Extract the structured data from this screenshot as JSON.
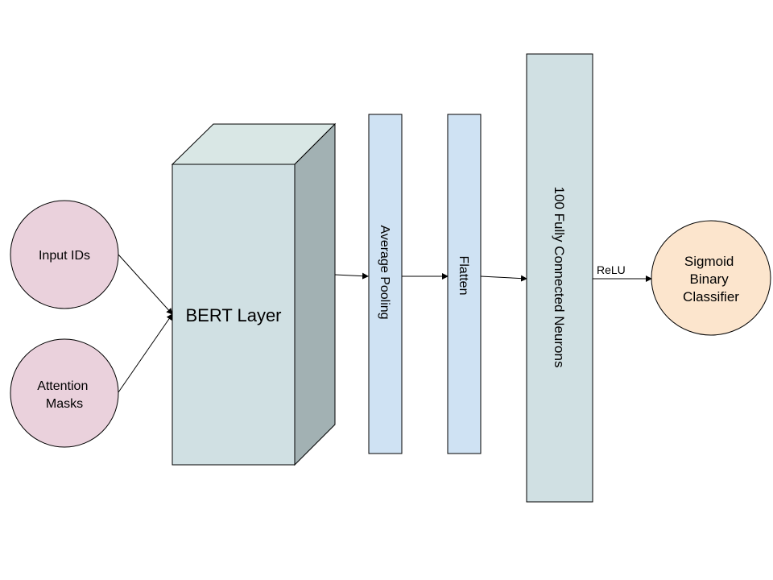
{
  "nodes": {
    "input_ids": {
      "lines": [
        "Input IDs"
      ]
    },
    "attention_masks": {
      "lines": [
        "Attention",
        "Masks"
      ]
    },
    "bert_layer": {
      "label": "BERT Layer"
    },
    "average_pooling": {
      "label": "Average Pooling"
    },
    "flatten": {
      "label": "Flatten"
    },
    "fully_connected": {
      "label": "100 Fully Connected Neurons"
    },
    "sigmoid_classifier": {
      "lines": [
        "Sigmoid",
        "Binary",
        "Classifier"
      ]
    }
  },
  "edges": [
    {
      "from": "input_ids",
      "to": "bert_layer",
      "label": ""
    },
    {
      "from": "attention_masks",
      "to": "bert_layer",
      "label": ""
    },
    {
      "from": "bert_layer",
      "to": "average_pooling",
      "label": ""
    },
    {
      "from": "average_pooling",
      "to": "flatten",
      "label": ""
    },
    {
      "from": "flatten",
      "to": "fully_connected",
      "label": ""
    },
    {
      "from": "fully_connected",
      "to": "sigmoid_classifier",
      "label": "ReLU"
    }
  ],
  "colors": {
    "input_fill": "#ead1dc",
    "classifier_fill": "#fce5cd",
    "bert_front": "#d0e0e3",
    "bert_top": "#d9e7e5",
    "bert_side": "#a2b1b3",
    "pooling_fill": "#cfe2f3",
    "fc_fill": "#d0e0e3",
    "stroke": "#000000"
  }
}
